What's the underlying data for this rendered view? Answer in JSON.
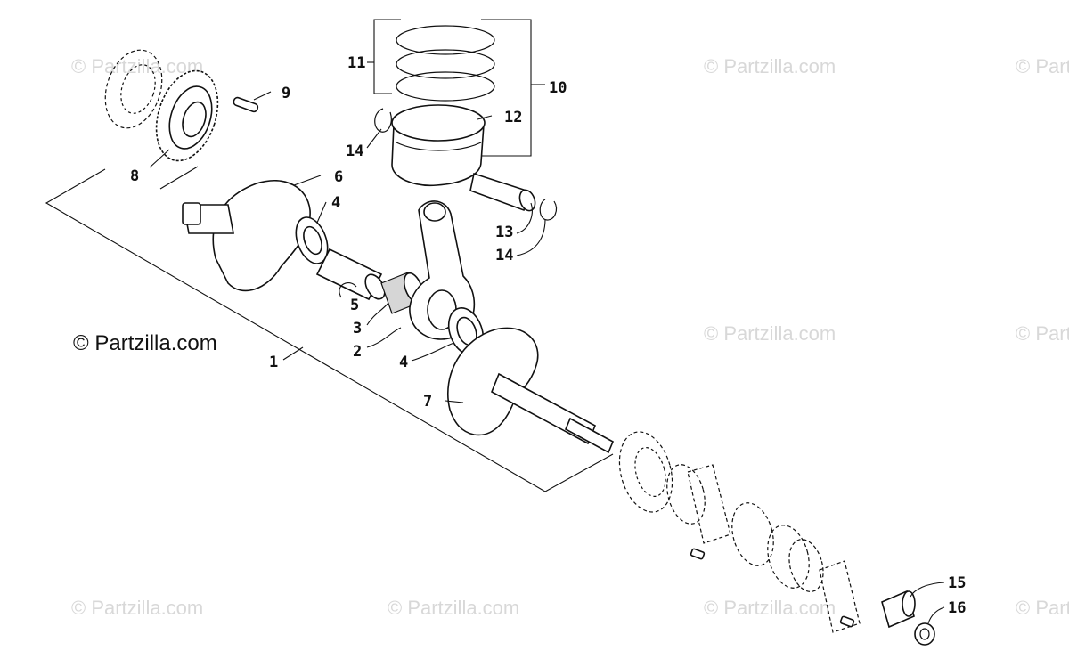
{
  "watermark": {
    "main": "© Partzilla.com",
    "faint": "© Partzilla.com"
  },
  "callouts": {
    "c1": "1",
    "c2": "2",
    "c3": "3",
    "c4a": "4",
    "c4b": "4",
    "c5": "5",
    "c6": "6",
    "c7": "7",
    "c8": "8",
    "c9": "9",
    "c10": "10",
    "c11": "11",
    "c12": "12",
    "c13": "13",
    "c14a": "14",
    "c14b": "14",
    "c15": "15",
    "c16": "16"
  }
}
